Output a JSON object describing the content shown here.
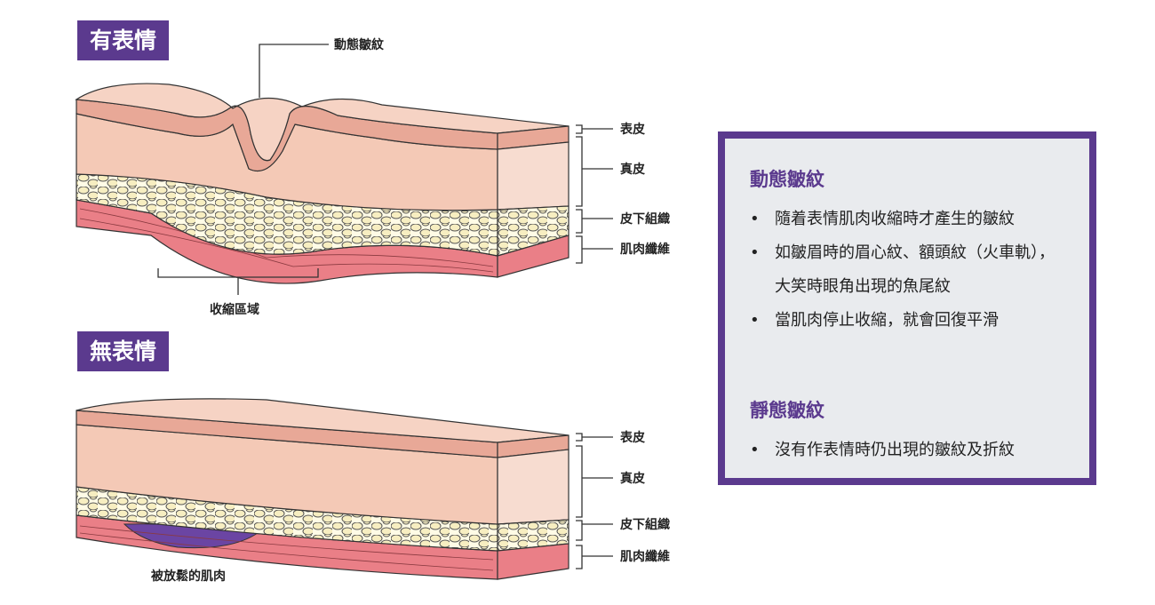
{
  "expressive": {
    "tag": "有表情",
    "dynamic_wrinkle_label": "動態皺紋",
    "contraction_label": "收縮區域",
    "layers": [
      "表皮",
      "真皮",
      "皮下組織",
      "肌肉纖維"
    ]
  },
  "neutral": {
    "tag": "無表情",
    "relaxed_muscle_label": "被放鬆的肌肉",
    "layers": [
      "表皮",
      "真皮",
      "皮下組織",
      "肌肉纖維"
    ]
  },
  "info": {
    "dynamic": {
      "title": "動態皺紋",
      "items": [
        "隨着表情肌肉收縮時才產生的皺紋",
        "如皺眉時的眉心紋、額頭紋（火車軌），大笑時眼角出現的魚尾紋",
        "當肌肉停止收縮，就會回復平滑"
      ]
    },
    "static": {
      "title": "靜態皺紋",
      "items": [
        "沒有作表情時仍出現的皺紋及折紋"
      ]
    }
  },
  "colors": {
    "accent": "#5b3a8e",
    "epidermis": "#f6d3c4",
    "dermis": "#f4c9b6",
    "fat": "#f7eec1",
    "muscle": "#ea7f87",
    "relaxed_muscle": "#6b45a3"
  }
}
